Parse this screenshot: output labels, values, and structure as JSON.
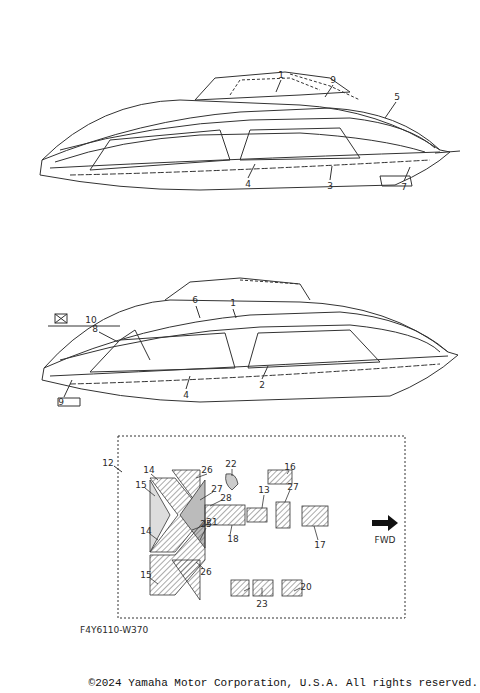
{
  "diagram": {
    "labels": [
      "1",
      "9",
      "5",
      "4",
      "3",
      "7",
      "6",
      "1",
      "10",
      "8",
      "9",
      "4",
      "2",
      "12",
      "14",
      "26",
      "15",
      "27",
      "22",
      "16",
      "28",
      "13",
      "27",
      "21",
      "18",
      "17",
      "14",
      "25",
      "26",
      "15",
      "23",
      "20",
      "FWD",
      "F4Y6110-W370",
      "©2024 Yamaha Motor Corporation, U.S.A. All rights reserved."
    ]
  }
}
